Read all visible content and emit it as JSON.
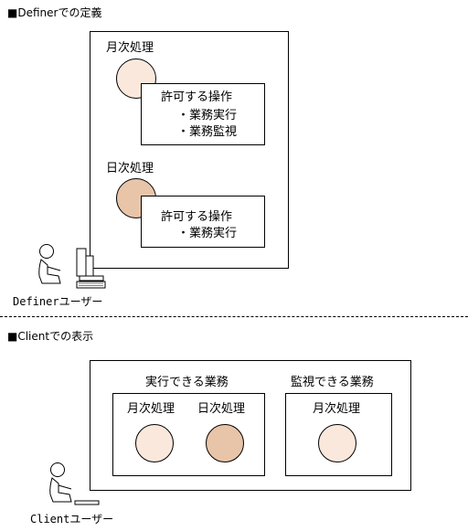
{
  "definer": {
    "section_title": "■Definerでの定義",
    "user_label": "Definerユーザー",
    "monthly": {
      "label": "月次処理",
      "ops_title": "許可する操作",
      "ops": [
        "・業務実行",
        "・業務監視"
      ]
    },
    "daily": {
      "label": "日次処理",
      "ops_title": "許可する操作",
      "ops": [
        "・業務実行"
      ]
    }
  },
  "client": {
    "section_title": "■Clientでの表示",
    "user_label": "Clientユーザー",
    "run_group": {
      "title": "実行できる業務",
      "items": [
        "月次処理",
        "日次処理"
      ]
    },
    "monitor_group": {
      "title": "監視できる業務",
      "items": [
        "月次処理"
      ]
    }
  },
  "colors": {
    "monthly_fill": "#fbe8dc",
    "daily_fill": "#e8c4a8"
  }
}
